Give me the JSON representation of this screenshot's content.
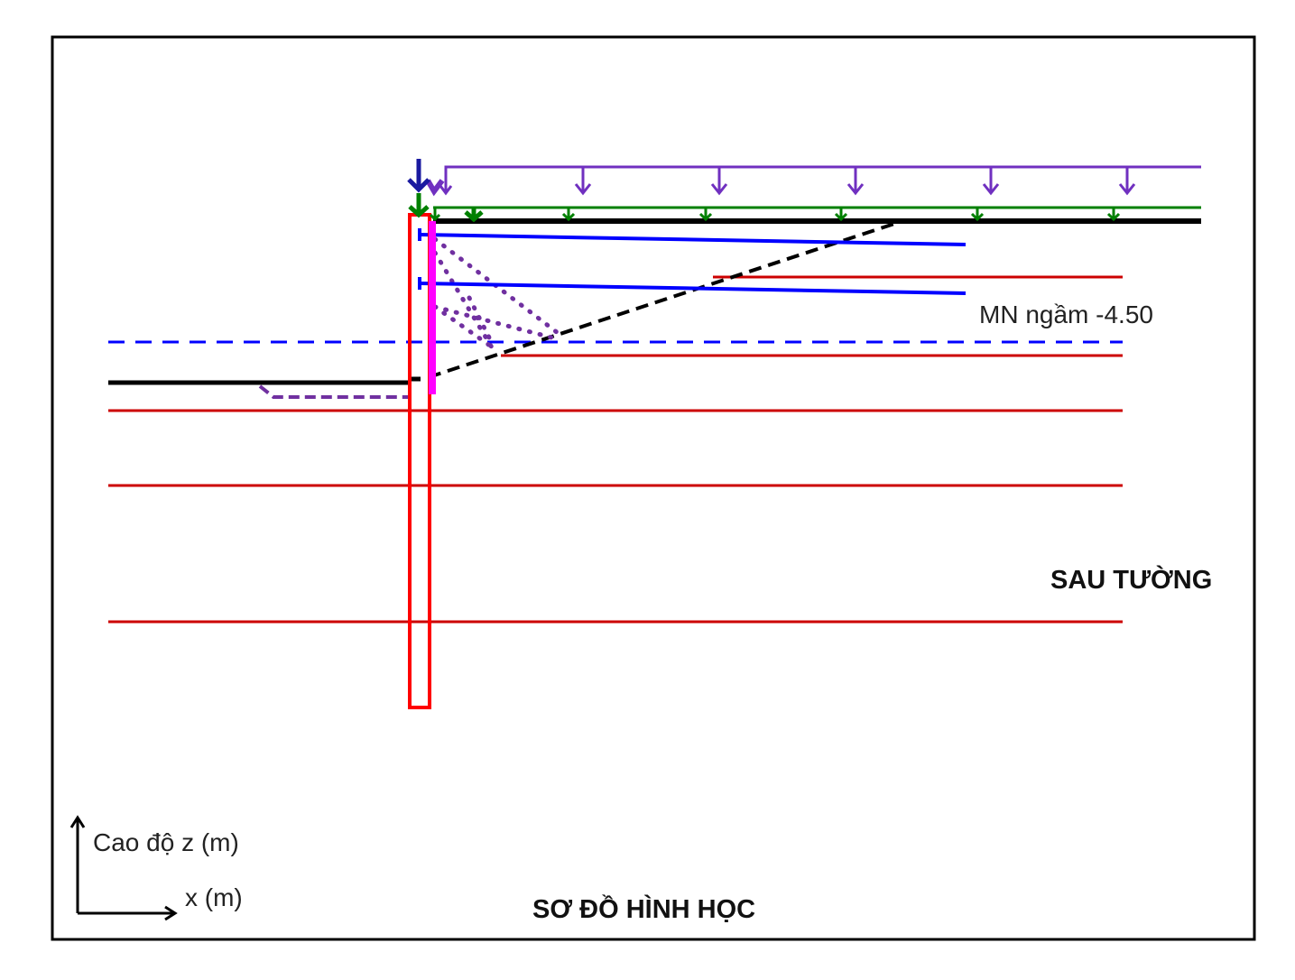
{
  "title": "SƠ ĐỒ HÌNH HỌC",
  "side_label": "SAU TƯỜNG",
  "water_level_label": "MN ngầm -4.50",
  "axis": {
    "z_label": "Cao độ z (m)",
    "x_label": "x (m)"
  },
  "colors": {
    "wall": "#ff0000",
    "soil_layer": "#cc0000",
    "anchor": "#0000ff",
    "surcharge": "#6a0dad",
    "ground": "#000000",
    "load_green": "#008000",
    "stiffener": "#ff00ff"
  }
}
